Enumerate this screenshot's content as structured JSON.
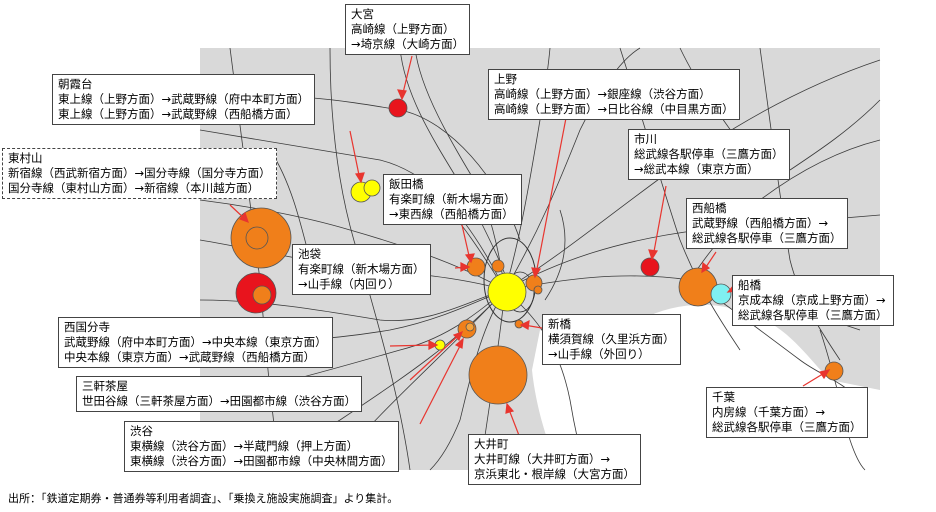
{
  "labels": {
    "omiya": {
      "title": "大宮",
      "lines": [
        "高崎線（上野方面）",
        "→埼京線（大崎方面）"
      ]
    },
    "asakadai": {
      "title": "朝霞台",
      "lines": [
        "東上線（上野方面）→武蔵野線（府中本町方面）",
        "東上線（上野方面）→武蔵野線（西船橋方面）"
      ]
    },
    "ueno": {
      "title": "上野",
      "lines": [
        "高崎線（上野方面）→銀座線（渋谷方面）",
        "高崎線（上野方面）→日比谷線（中目黒方面）"
      ]
    },
    "ichikawa": {
      "title": "市川",
      "lines": [
        "総武線各駅停車（三鷹方面）",
        "→総武本線（東京方面）"
      ]
    },
    "higashimurayama": {
      "title": "東村山",
      "lines": [
        "新宿線（西武新宿方面）→国分寺線（国分寺方面）",
        "国分寺線（東村山方面）→新宿線（本川越方面）"
      ]
    },
    "iidabashi": {
      "title": "飯田橋",
      "lines": [
        "有楽町線（新木場方面）",
        "→東西線（西船橋方面）"
      ]
    },
    "nishifunabashi": {
      "title": "西船橋",
      "lines": [
        "武蔵野線（西船橋方面）→",
        "総武線各駅停車（三鷹方面）"
      ]
    },
    "ikebukuro": {
      "title": "池袋",
      "lines": [
        "有楽町線（新木場方面）",
        "→山手線（内回り）"
      ]
    },
    "funabashi": {
      "title": "船橋",
      "lines": [
        "京成本線（京成上野方面）→",
        "総武線各駅停車（三鷹方面）"
      ]
    },
    "nishikokubunji": {
      "title": "西国分寺",
      "lines": [
        "武蔵野線（府中本町方面）→中央本線（東京方面）",
        "中央本線（東京方面）→武蔵野線（西船橋方面）"
      ]
    },
    "shimbashi": {
      "title": "新橋",
      "lines": [
        "横須賀線（久里浜方面）",
        "→山手線（外回り）"
      ]
    },
    "sangenjaya": {
      "title": "三軒茶屋",
      "lines": [
        "世田谷線（三軒茶屋方面）→田園都市線（渋谷方面）"
      ]
    },
    "chiba": {
      "title": "千葉",
      "lines": [
        "内房線（千葉方面）→",
        "総武線各駅停車（三鷹方面）"
      ]
    },
    "shibuya": {
      "title": "渋谷",
      "lines": [
        "東横線（渋谷方面）→半蔵門線（押上方面）",
        "東横線（渋谷方面）→田園都市線（中央林間方面）"
      ]
    },
    "oimachi": {
      "title": "大井町",
      "lines": [
        "大井町線（大井町方面）→",
        "京浜東北・根岸線（大宮方面）"
      ]
    }
  },
  "source_note": "出所：「鉄道定期券・普通券等利用者調査」、「乗換え施設実施調査」より集計。",
  "colors": {
    "map_bg": "#d9d9d9",
    "sea": "#ffffff",
    "line": "#333333",
    "arrow": "#e8352f",
    "orange": "#f07f1a",
    "red": "#e8141d",
    "yellow": "#ffff00",
    "lightblue": "#7ff0f0",
    "light_orange": "#f6a23a"
  }
}
